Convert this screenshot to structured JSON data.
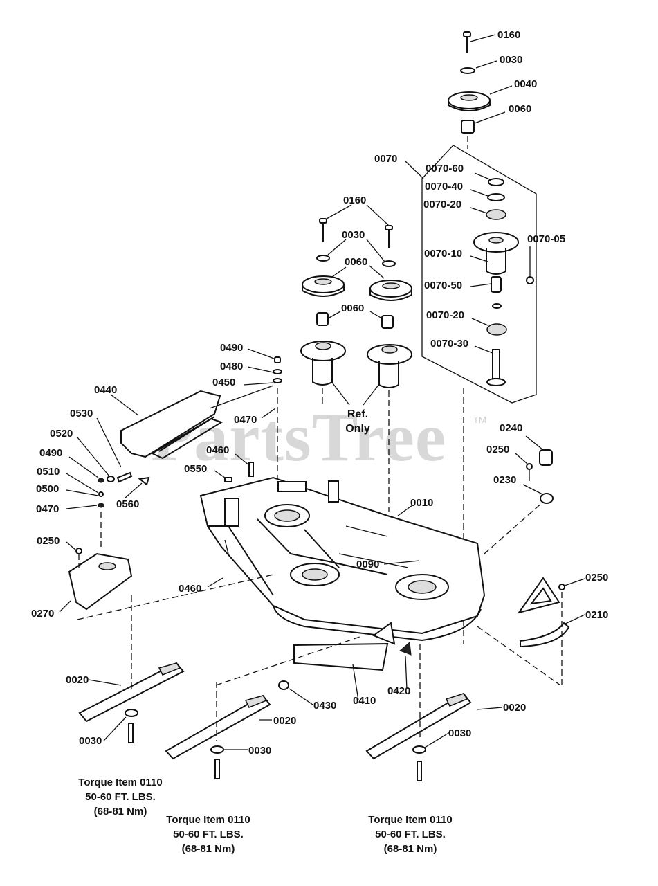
{
  "watermark": {
    "text": "PartsTree",
    "trademark": "TM"
  },
  "parts": {
    "p0160a": "0160",
    "p0030a": "0030",
    "p0040": "0040",
    "p0060a": "0060",
    "p0070": "0070",
    "p0070_60": "0070-60",
    "p0070_40": "0070-40",
    "p0070_20a": "0070-20",
    "p0070_05": "0070-05",
    "p0070_10": "0070-10",
    "p0070_50": "0070-50",
    "p0070_20b": "0070-20",
    "p0070_30": "0070-30",
    "p0160b": "0160",
    "p0030b": "0030",
    "p0060b": "0060",
    "p0060c": "0060",
    "p0490a": "0490",
    "p0480": "0480",
    "p0450": "0450",
    "p0470a": "0470",
    "p0440": "0440",
    "p0530": "0530",
    "p0520": "0520",
    "p0490b": "0490",
    "p0510": "0510",
    "p0500": "0500",
    "p0470b": "0470",
    "p0560": "0560",
    "p0460a": "0460",
    "p0550": "0550",
    "p0240": "0240",
    "p0250a": "0250",
    "p0230": "0230",
    "p0010": "0010",
    "p0090": "0090",
    "p0250b": "0250",
    "p0270": "0270",
    "p0460b": "0460",
    "p0250c": "0250",
    "p0210": "0210",
    "p0020a": "0020",
    "p0030c": "0030",
    "p0020b": "0020",
    "p0030d": "0030",
    "p0430": "0430",
    "p0410": "0410",
    "p0420": "0420",
    "p0020c": "0020",
    "p0030e": "0030"
  },
  "ref_note": {
    "line1": "Ref.",
    "line2": "Only"
  },
  "torque_notes": [
    {
      "line1": "Torque Item 0110",
      "line2": "50-60 FT. LBS.",
      "line3": "(68-81 Nm)"
    },
    {
      "line1": "Torque Item 0110",
      "line2": "50-60 FT. LBS.",
      "line3": "(68-81 Nm)"
    },
    {
      "line1": "Torque Item 0110",
      "line2": "50-60 FT. LBS.",
      "line3": "(68-81 Nm)"
    }
  ]
}
